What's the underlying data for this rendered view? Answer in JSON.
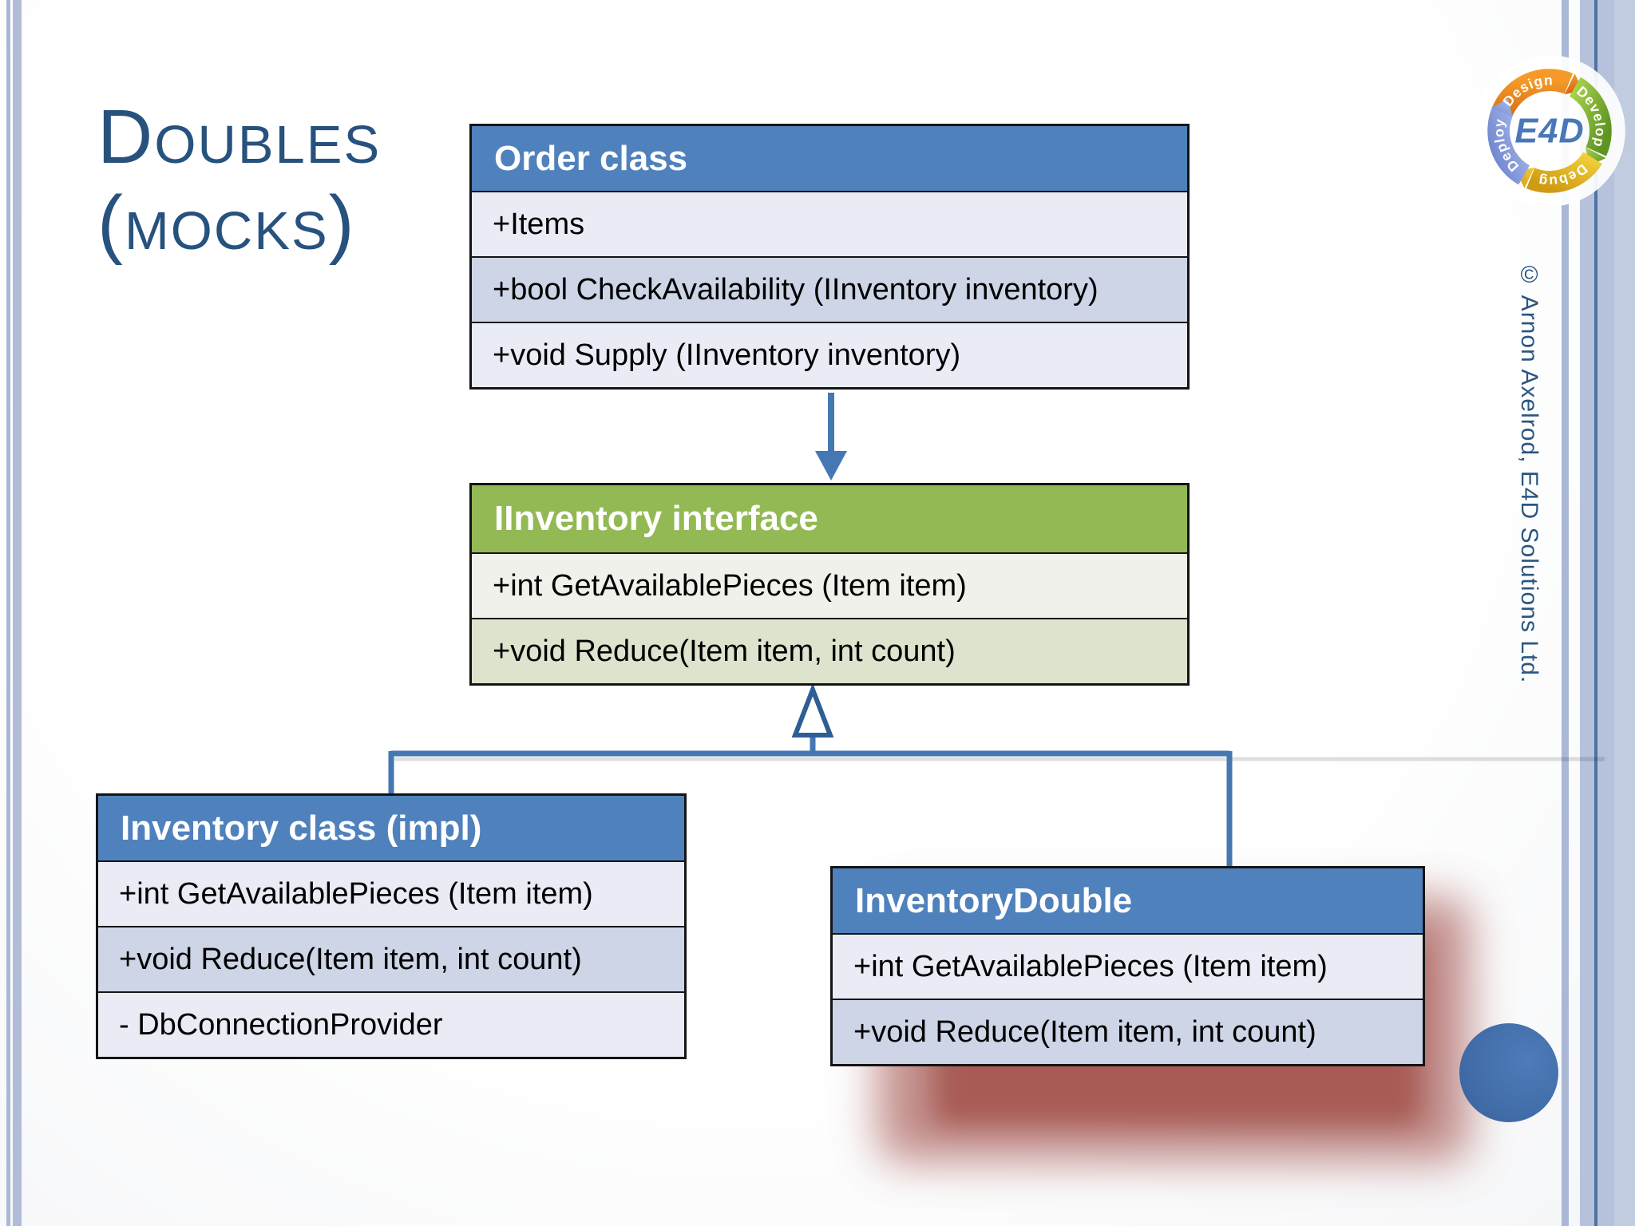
{
  "title": {
    "line1": "Doubles",
    "line2": "(mocks)"
  },
  "copyright": "© Arnon Axelrod, E4D Solutions Ltd.",
  "logo": {
    "center": "E4D",
    "segments": [
      {
        "label": "Design",
        "color": "#E2761B"
      },
      {
        "label": "Develop",
        "color": "#76AC2E"
      },
      {
        "label": "Debug",
        "color": "#DFAF1E"
      },
      {
        "label": "Deploy",
        "color": "#8296DC"
      }
    ]
  },
  "colors": {
    "header_blue": "#4F81BD",
    "header_green": "#93B954",
    "row_blue_dark": "#CDD5E6",
    "row_blue_light": "#E9ECF5",
    "row_green_dark": "#DDE3CD",
    "row_green_light": "#F0F1EA",
    "connector_blue": "#4577B3",
    "title_text": "#27527E",
    "glow_red": "#A25048",
    "circle_blue": "#3F6AA6",
    "stripe_blue": "#AAB8D6"
  },
  "diagram": {
    "classes": [
      {
        "id": "order",
        "title": "Order class",
        "header_style": "blue",
        "rows": [
          "+Items",
          "+bool CheckAvailability (IInventory inventory)",
          "+void Supply (IInventory inventory)"
        ]
      },
      {
        "id": "iinventory",
        "title": "IInventory interface",
        "header_style": "green",
        "rows": [
          "+int GetAvailablePieces (Item item)",
          "+void Reduce(Item item, int count)"
        ]
      },
      {
        "id": "inventory_impl",
        "title": "Inventory class (impl)",
        "header_style": "blue",
        "rows": [
          "+int GetAvailablePieces (Item item)",
          "+void Reduce(Item item, int count)",
          "- DbConnectionProvider"
        ]
      },
      {
        "id": "inventory_double",
        "title": "InventoryDouble",
        "header_style": "blue",
        "rows": [
          "+int GetAvailablePieces (Item item)",
          "+void Reduce(Item item, int count)"
        ]
      }
    ],
    "relations": [
      {
        "from": "order",
        "to": "iinventory",
        "type": "dependency-arrow"
      },
      {
        "from": "inventory_impl",
        "to": "iinventory",
        "type": "inheritance"
      },
      {
        "from": "inventory_double",
        "to": "iinventory",
        "type": "inheritance"
      }
    ]
  }
}
